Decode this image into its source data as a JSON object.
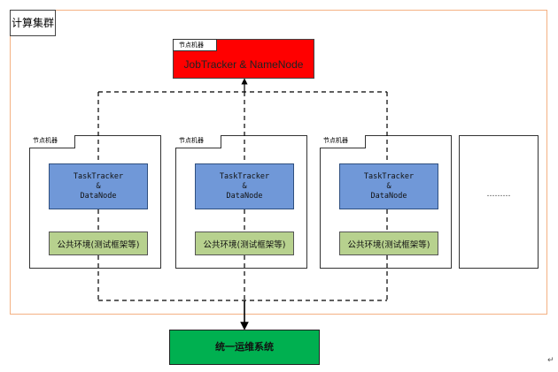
{
  "cluster": {
    "title": "计算集群"
  },
  "master": {
    "label": "节点机器",
    "text": "JobTracker & NameNode"
  },
  "nodes": [
    {
      "label": "节点机器",
      "tracker_line1": "TaskTracker",
      "tracker_line2": "&",
      "tracker_line3": "DataNode",
      "env": "公共环境(测试框架等)"
    },
    {
      "label": "节点机器",
      "tracker_line1": "TaskTracker",
      "tracker_line2": "&",
      "tracker_line3": "DataNode",
      "env": "公共环境(测试框架等)"
    },
    {
      "label": "节点机器",
      "tracker_line1": "TaskTracker",
      "tracker_line2": "&",
      "tracker_line3": "DataNode",
      "env": "公共环境(测试框架等)"
    }
  ],
  "more_nodes": {
    "text": "………"
  },
  "ops_system": {
    "text": "统一运维系统"
  },
  "colors": {
    "master": "#ff0000",
    "tracker": "#7098d8",
    "env": "#b7d18e",
    "ops": "#00b050",
    "cluster_border": "#f4b183"
  }
}
